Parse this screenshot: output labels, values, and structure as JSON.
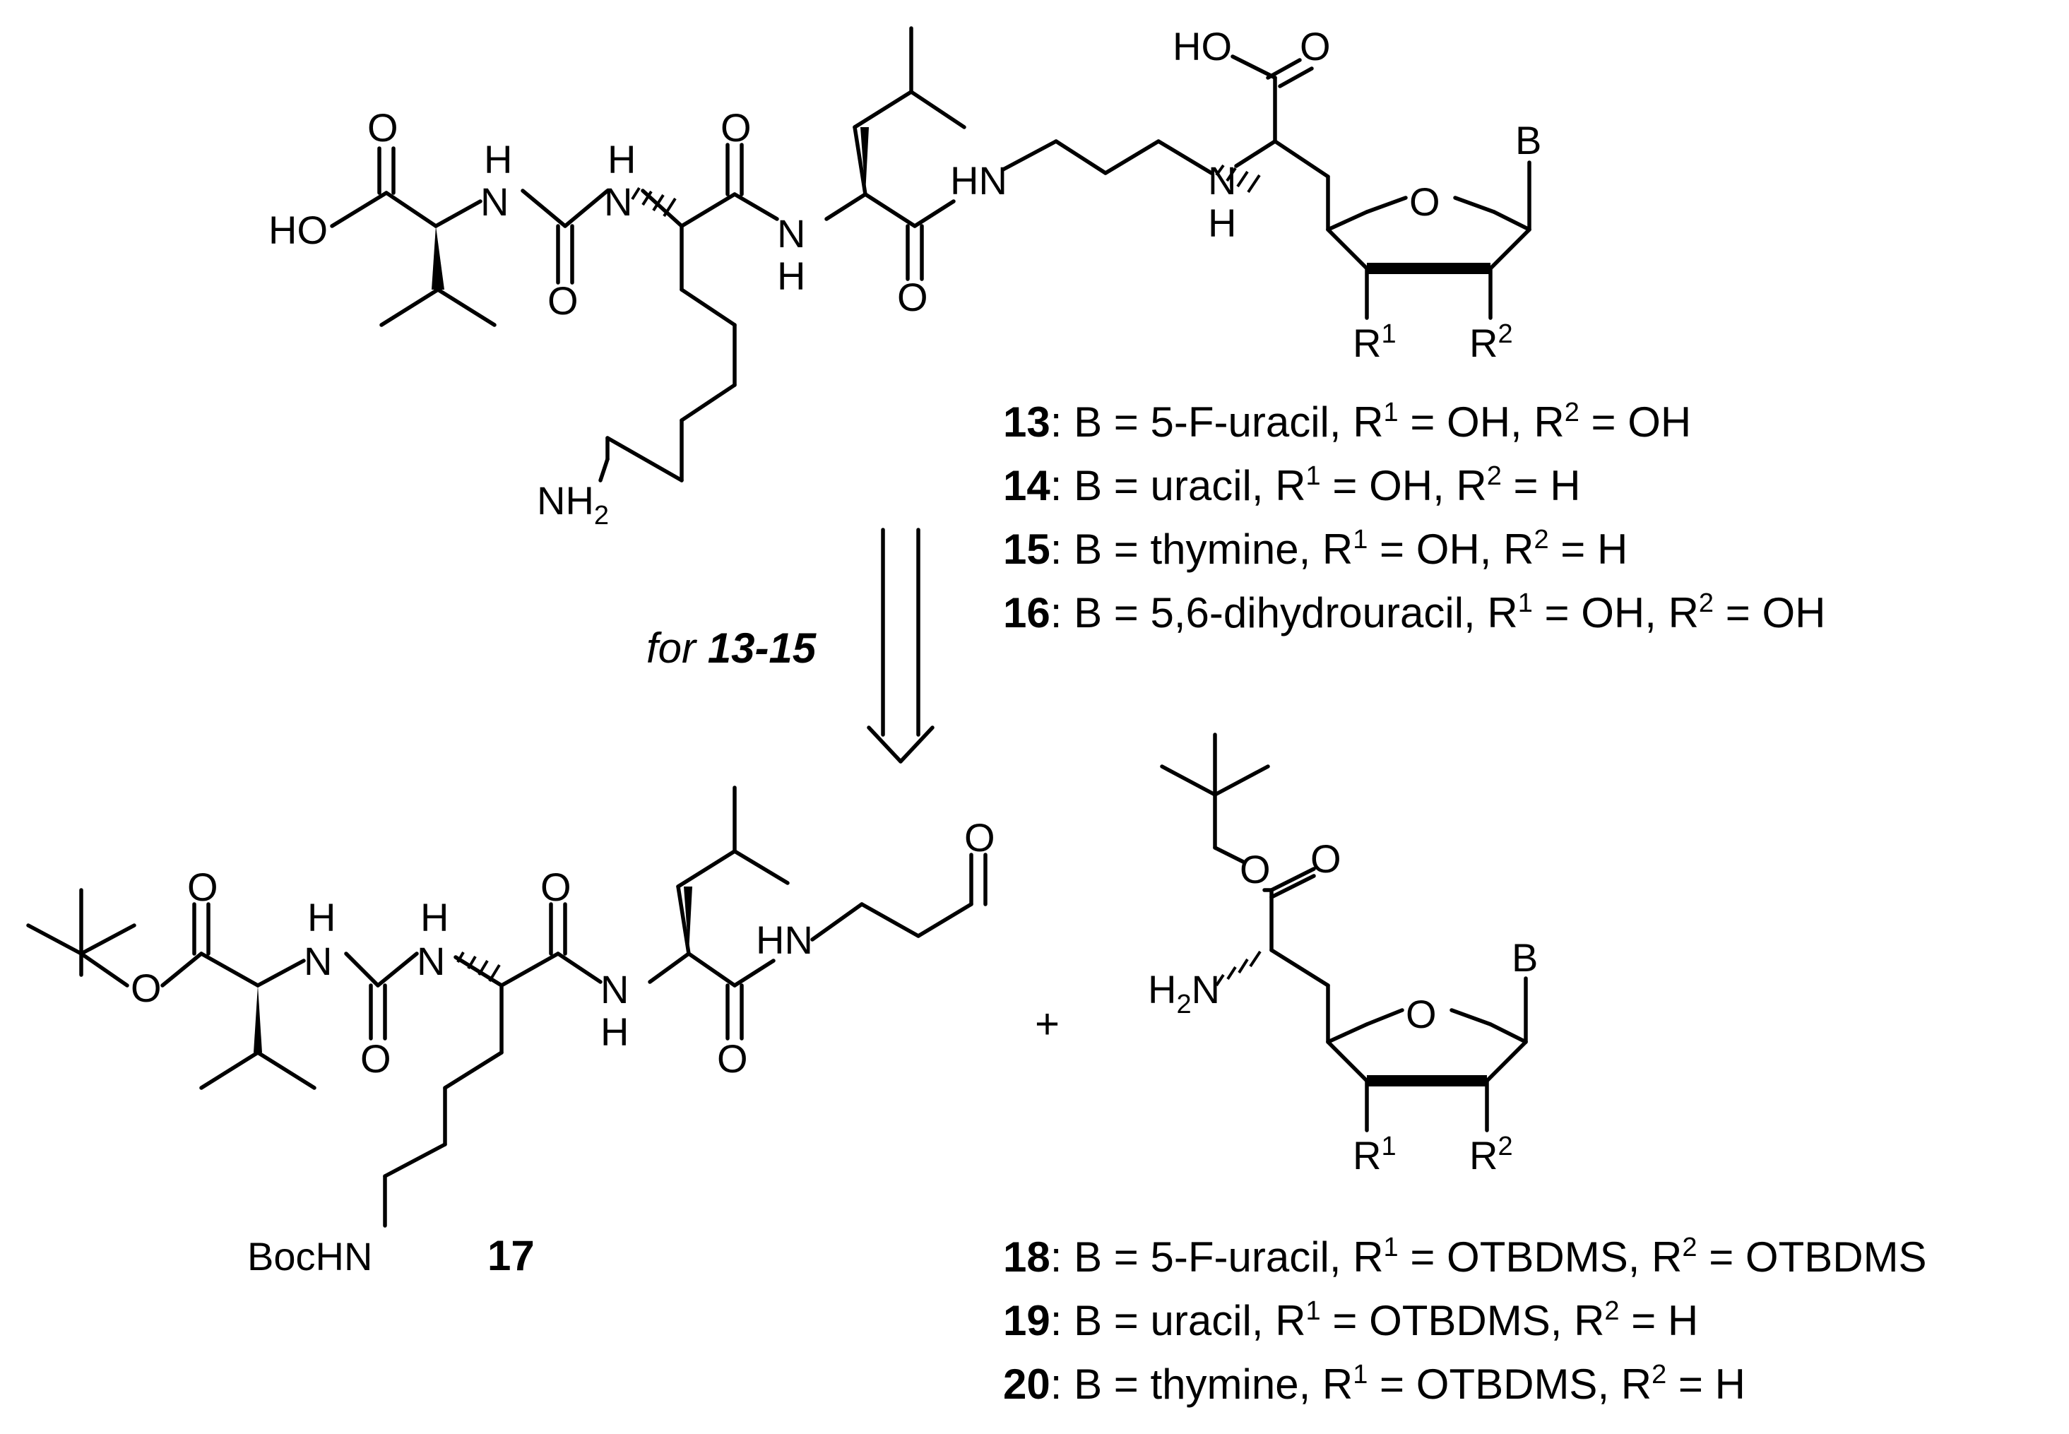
{
  "scheme": {
    "condition_prefix": "for ",
    "condition_range": "13-15",
    "plus": "+",
    "product_17_number": "17"
  },
  "atoms": {
    "O": "O",
    "HO": "HO",
    "H": "H",
    "N": "N",
    "HN": "HN",
    "NH": "NH",
    "NH2_main": "NH",
    "NH2_sub": "2",
    "H2N_main": "H",
    "H2N_sub": "2",
    "H2N_N": "N",
    "BocHN": "BocHN",
    "B": "B",
    "R": "R",
    "one": "1",
    "two": "2"
  },
  "legend_top": [
    {
      "num": "13",
      "text_a": ": B = 5-F-uracil, R",
      "sup1": "1",
      "text_b": " = OH, R",
      "sup2": "2",
      "text_c": " = OH"
    },
    {
      "num": "14",
      "text_a": ": B = uracil, R",
      "sup1": "1",
      "text_b": " = OH, R",
      "sup2": "2",
      "text_c": " = H"
    },
    {
      "num": "15",
      "text_a": ": B = thymine, R",
      "sup1": "1",
      "text_b": " = OH, R",
      "sup2": "2",
      "text_c": " = H"
    },
    {
      "num": "16",
      "text_a": ": B = 5,6-dihydrouracil, R",
      "sup1": "1",
      "text_b": " = OH, R",
      "sup2": "2",
      "text_c": " = OH"
    }
  ],
  "legend_bottom": [
    {
      "num": "18",
      "text_a": ": B = 5-F-uracil, R",
      "sup1": "1",
      "text_b": " = OTBDMS, R",
      "sup2": "2",
      "text_c": " = OTBDMS"
    },
    {
      "num": "19",
      "text_a": ": B = uracil, R",
      "sup1": "1",
      "text_b": " = OTBDMS, R",
      "sup2": "2",
      "text_c": " = H"
    },
    {
      "num": "20",
      "text_a": ": B = thymine, R",
      "sup1": "1",
      "text_b": " = OTBDMS, R",
      "sup2": "2",
      "text_c": " = H"
    }
  ]
}
